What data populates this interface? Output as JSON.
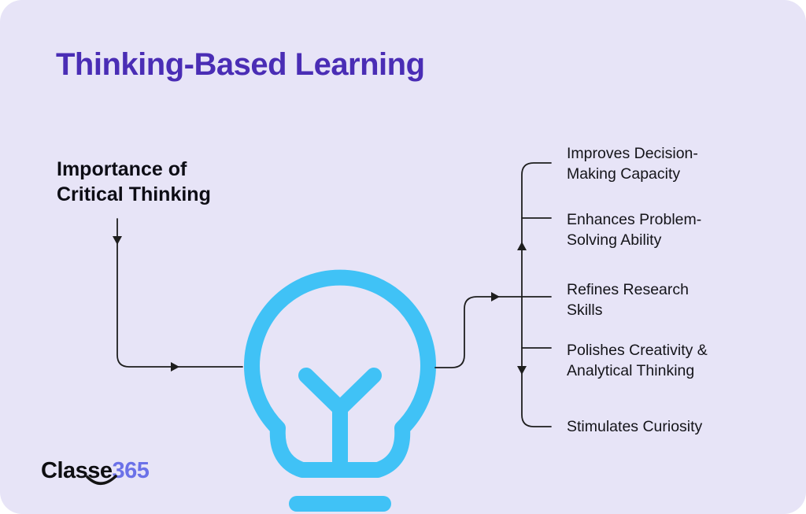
{
  "title": "Thinking-Based Learning",
  "subject": {
    "label": [
      "Importance of",
      "Critical Thinking"
    ]
  },
  "benefits": [
    {
      "label": [
        "Improves Decision-",
        "Making Capacity"
      ]
    },
    {
      "label": [
        "Enhances Problem-",
        "Solving Ability"
      ]
    },
    {
      "label": [
        "Refines Research",
        "Skills"
      ]
    },
    {
      "label": [
        "Polishes Creativity &",
        "Analytical Thinking"
      ]
    },
    {
      "label": [
        "Stimulates Curiosity"
      ]
    }
  ],
  "logo": {
    "brand": "Classe",
    "number": "365"
  },
  "icons": {
    "center": "lightbulb-icon",
    "logo": "smile-icon"
  },
  "colors": {
    "background": "#E7E4F7",
    "title": "#4A2DB5",
    "bulb_blue": "#40C2F6",
    "connector_line": "#1E1E1E",
    "body_text": "#141419",
    "logo_accent": "#6B71E8"
  }
}
